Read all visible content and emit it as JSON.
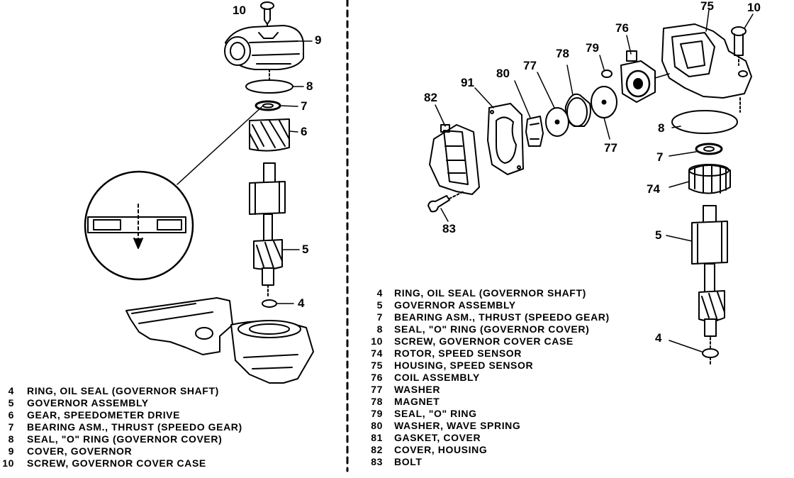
{
  "left_view": {
    "callouts": {
      "c10": "10",
      "c9": "9",
      "c8": "8",
      "c7": "7",
      "c6": "6",
      "c5": "5",
      "c4": "4"
    },
    "legend": [
      {
        "num": "4",
        "text": "RING, OIL SEAL (GOVERNOR SHAFT)"
      },
      {
        "num": "5",
        "text": "GOVERNOR ASSEMBLY"
      },
      {
        "num": "6",
        "text": "GEAR, SPEEDOMETER DRIVE"
      },
      {
        "num": "7",
        "text": "BEARING ASM., THRUST (SPEEDO GEAR)"
      },
      {
        "num": "8",
        "text": "SEAL, \"O\" RING (GOVERNOR COVER)"
      },
      {
        "num": "9",
        "text": "COVER, GOVERNOR"
      },
      {
        "num": "10",
        "text": "SCREW, GOVERNOR COVER CASE"
      }
    ]
  },
  "right_view": {
    "callouts": {
      "c75": "75",
      "c10": "10",
      "c76": "76",
      "c79": "79",
      "c78": "78",
      "c77a": "77",
      "c80": "80",
      "c91": "91",
      "c82": "82",
      "c77b": "77",
      "c8": "8",
      "c7": "7",
      "c74": "74",
      "c83": "83",
      "c5": "5",
      "c4": "4"
    },
    "legend": [
      {
        "num": "4",
        "text": "RING, OIL SEAL (GOVERNOR SHAFT)"
      },
      {
        "num": "5",
        "text": "GOVERNOR ASSEMBLY"
      },
      {
        "num": "7",
        "text": "BEARING ASM., THRUST (SPEEDO GEAR)"
      },
      {
        "num": "8",
        "text": "SEAL, \"O\" RING (GOVERNOR COVER)"
      },
      {
        "num": "10",
        "text": "SCREW, GOVERNOR COVER CASE"
      },
      {
        "num": "74",
        "text": "ROTOR, SPEED SENSOR"
      },
      {
        "num": "75",
        "text": "HOUSING, SPEED SENSOR"
      },
      {
        "num": "76",
        "text": "COIL ASSEMBLY"
      },
      {
        "num": "77",
        "text": "WASHER"
      },
      {
        "num": "78",
        "text": "MAGNET"
      },
      {
        "num": "79",
        "text": "SEAL, \"O\" RING"
      },
      {
        "num": "80",
        "text": "WASHER, WAVE SPRING"
      },
      {
        "num": "81",
        "text": "GASKET, COVER"
      },
      {
        "num": "82",
        "text": "COVER, HOUSING"
      },
      {
        "num": "83",
        "text": "BOLT"
      }
    ]
  }
}
